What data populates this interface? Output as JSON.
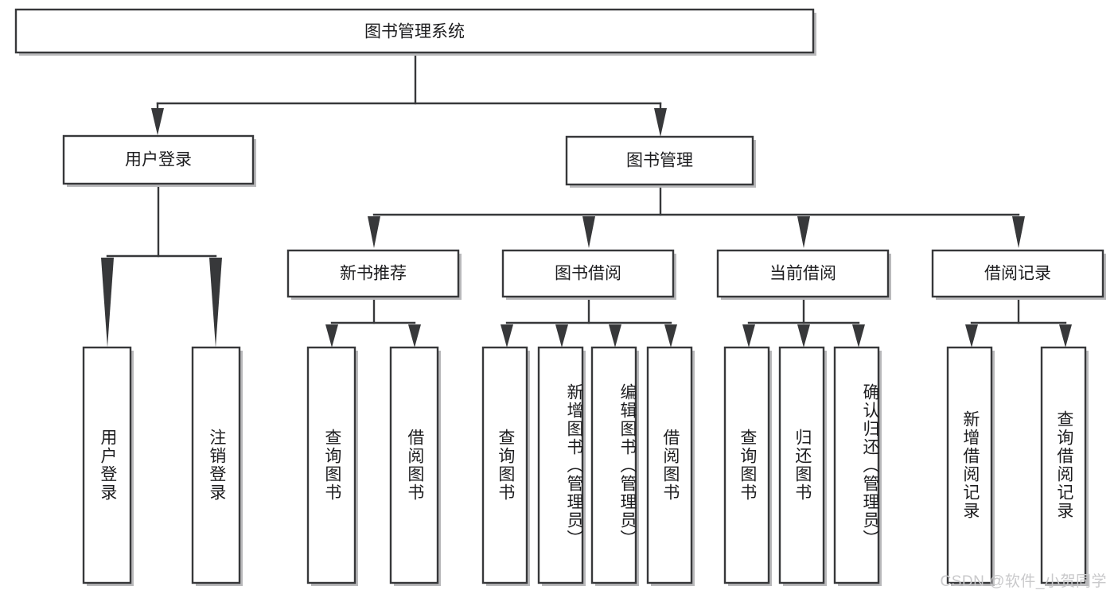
{
  "diagram": {
    "type": "tree-hierarchy",
    "title": "图书管理系统",
    "watermark": "CSDN @软件_小贺同学",
    "colors": {
      "stroke": "#37383a",
      "shadow": "#b9b9bb",
      "background": "#ffffff",
      "text": "#1d1d1f",
      "watermark": "#c9c9cb"
    },
    "root": {
      "label": "图书管理系统"
    },
    "level2": [
      {
        "label": "用户登录"
      },
      {
        "label": "图书管理"
      }
    ],
    "level3": [
      {
        "label": "新书推荐"
      },
      {
        "label": "图书借阅"
      },
      {
        "label": "当前借阅"
      },
      {
        "label": "借阅记录"
      }
    ],
    "leaves": {
      "user_login": [
        {
          "label": "用户登录"
        },
        {
          "label": "注销登录"
        }
      ],
      "new_book_recommend": [
        {
          "label": "查询图书"
        },
        {
          "label": "借阅图书"
        }
      ],
      "book_borrow": [
        {
          "label": "查询图书"
        },
        {
          "label": "新增图书（管理员）"
        },
        {
          "label": "编辑图书（管理员）"
        },
        {
          "label": "借阅图书"
        }
      ],
      "current_borrow": [
        {
          "label": "查询图书"
        },
        {
          "label": "归还图书"
        },
        {
          "label": "确认归还（管理员）"
        }
      ],
      "borrow_record": [
        {
          "label": "新增借阅记录"
        },
        {
          "label": "查询借阅记录"
        }
      ]
    }
  }
}
